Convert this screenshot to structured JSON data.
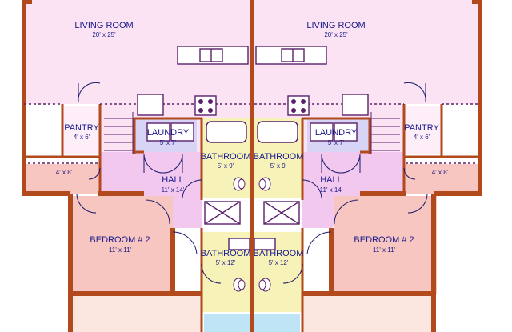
{
  "rooms": {
    "living_left": {
      "label": "LIVING ROOM",
      "dim": "20' x 25'"
    },
    "living_right": {
      "label": "LIVING ROOM",
      "dim": "20' x 25'"
    },
    "pantry_left": {
      "label": "PANTRY",
      "dim": "4' x 6'"
    },
    "pantry_right": {
      "label": "PANTRY",
      "dim": "4' x 6'"
    },
    "laundry_left": {
      "label": "LAUNDRY",
      "dim": "5' x 7'"
    },
    "laundry_right": {
      "label": "LAUNDRY",
      "dim": "5' x 7'"
    },
    "bath_up_left": {
      "label": "BATHROOM",
      "dim": "5' x 9'"
    },
    "bath_up_right": {
      "label": "BATHROOM",
      "dim": "5' x 9'"
    },
    "hall_left": {
      "label": "HALL",
      "dim": "11' x 14'"
    },
    "hall_right": {
      "label": "HALL",
      "dim": "11' x 14'"
    },
    "closet_left": {
      "dim": "4' x 8'"
    },
    "closet_right": {
      "dim": "4' x 8'"
    },
    "bed_left": {
      "label": "BEDROOM # 2",
      "dim": "11' x 11'"
    },
    "bed_right": {
      "label": "BEDROOM # 2",
      "dim": "11' x 11'"
    },
    "bath_lo_left": {
      "label": "BATHROOM",
      "dim": "5' x 12'"
    },
    "bath_lo_right": {
      "label": "BATHROOM",
      "dim": "5' x 12'"
    }
  },
  "colors": {
    "wall": "#b24a1e",
    "living": "#fbe3f4",
    "pantry": "#fdeef7",
    "laundry": "#d8d4f6",
    "bath": "#f7f3b8",
    "hall": "#f2c8ef",
    "closet": "#f8c6c0",
    "bedroom": "#f8c6c0",
    "lower": "#fbe6e0",
    "blue_strip": "#bfe4f5"
  }
}
